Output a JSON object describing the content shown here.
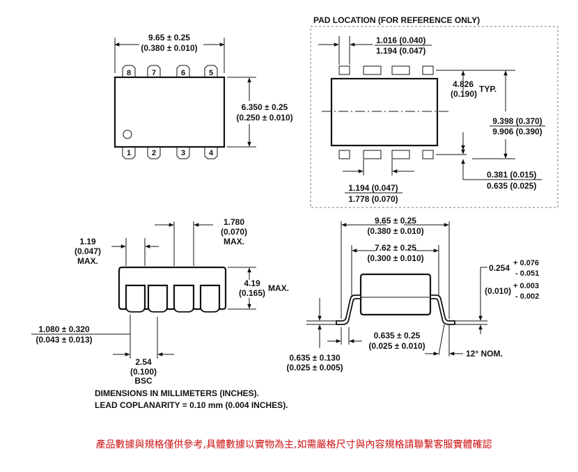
{
  "top_view": {
    "width_dim": [
      "9.65 ± 0.25",
      "(0.380 ± 0.010)"
    ],
    "height_dim": [
      "6.350 ± 0.25",
      "(0.250 ± 0.010)"
    ],
    "pins_top": [
      "8",
      "7",
      "6",
      "5"
    ],
    "pins_bottom": [
      "1",
      "2",
      "3",
      "4"
    ]
  },
  "pad_location": {
    "title": "PAD LOCATION (FOR REFERENCE ONLY)",
    "pad_width": [
      "1.016 (0.040)",
      "1.194 (0.047)"
    ],
    "row_spacing": [
      "4.826",
      "(0.190)",
      "TYP."
    ],
    "overall": [
      "9.398 (0.370)",
      "9.906 (0.390)"
    ],
    "pad_length": [
      "0.381 (0.015)",
      "0.635 (0.025)"
    ],
    "pitch": [
      "1.194 (0.047)",
      "1.778 (0.070)"
    ]
  },
  "side_view": {
    "lead_width": [
      "1.19",
      "(0.047)",
      "MAX."
    ],
    "lead_gap": [
      "1.780",
      "(0.070)",
      "MAX."
    ],
    "height": [
      "4.19",
      "(0.165)",
      "MAX."
    ],
    "standoff": [
      "1.080 ± 0.320",
      "(0.043 ± 0.013)"
    ],
    "pitch": [
      "2.54",
      "(0.100)",
      "BSC"
    ]
  },
  "end_view": {
    "overall": [
      "9.65 ± 0.25",
      "(0.380 ± 0.010)"
    ],
    "body": [
      "7.62 ± 0.25",
      "(0.300 ± 0.010)"
    ],
    "thickness": [
      "0.254",
      "+ 0.076",
      "- 0.051",
      "(0.010)",
      "+ 0.003",
      "- 0.002"
    ],
    "foot": [
      "0.635 ± 0.25",
      "(0.025 ± 0.010)"
    ],
    "angle": "12° NOM.",
    "lead_height": [
      "0.635 ± 0.130",
      "(0.025 ± 0.005)"
    ]
  },
  "notes": [
    "DIMENSIONS IN MILLIMETERS (INCHES).",
    "LEAD COPLANARITY = 0.10 mm (0.004 INCHES)."
  ],
  "disclaimer": "產品數據與規格僅供參考,具體數據以實物為主,如需嚴格尺寸與內容規格請聯繫客服實體確認",
  "colors": {
    "disclaimer": "#cc1111",
    "line": "#111111"
  }
}
